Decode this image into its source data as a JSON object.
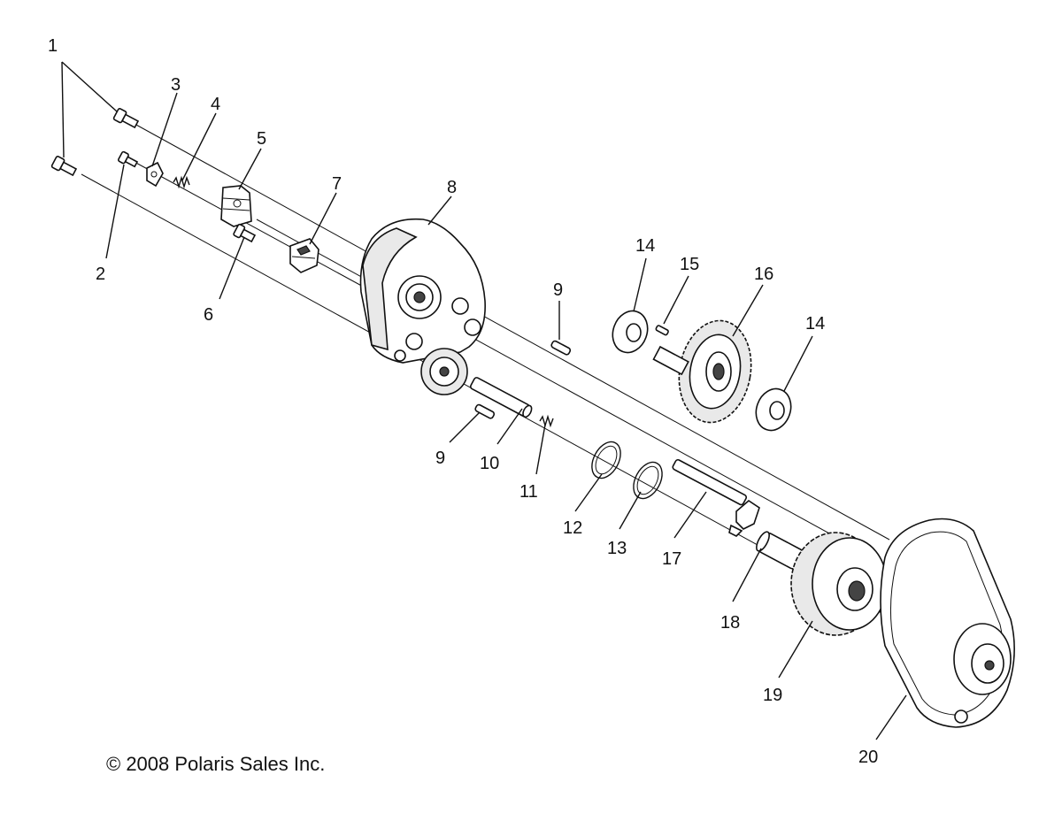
{
  "copyright": "© 2008 Polaris Sales Inc.",
  "callouts": [
    "1",
    "2",
    "3",
    "4",
    "5",
    "6",
    "7",
    "8",
    "9",
    "9",
    "10",
    "11",
    "12",
    "13",
    "14",
    "14",
    "15",
    "16",
    "17",
    "18",
    "19",
    "20"
  ]
}
